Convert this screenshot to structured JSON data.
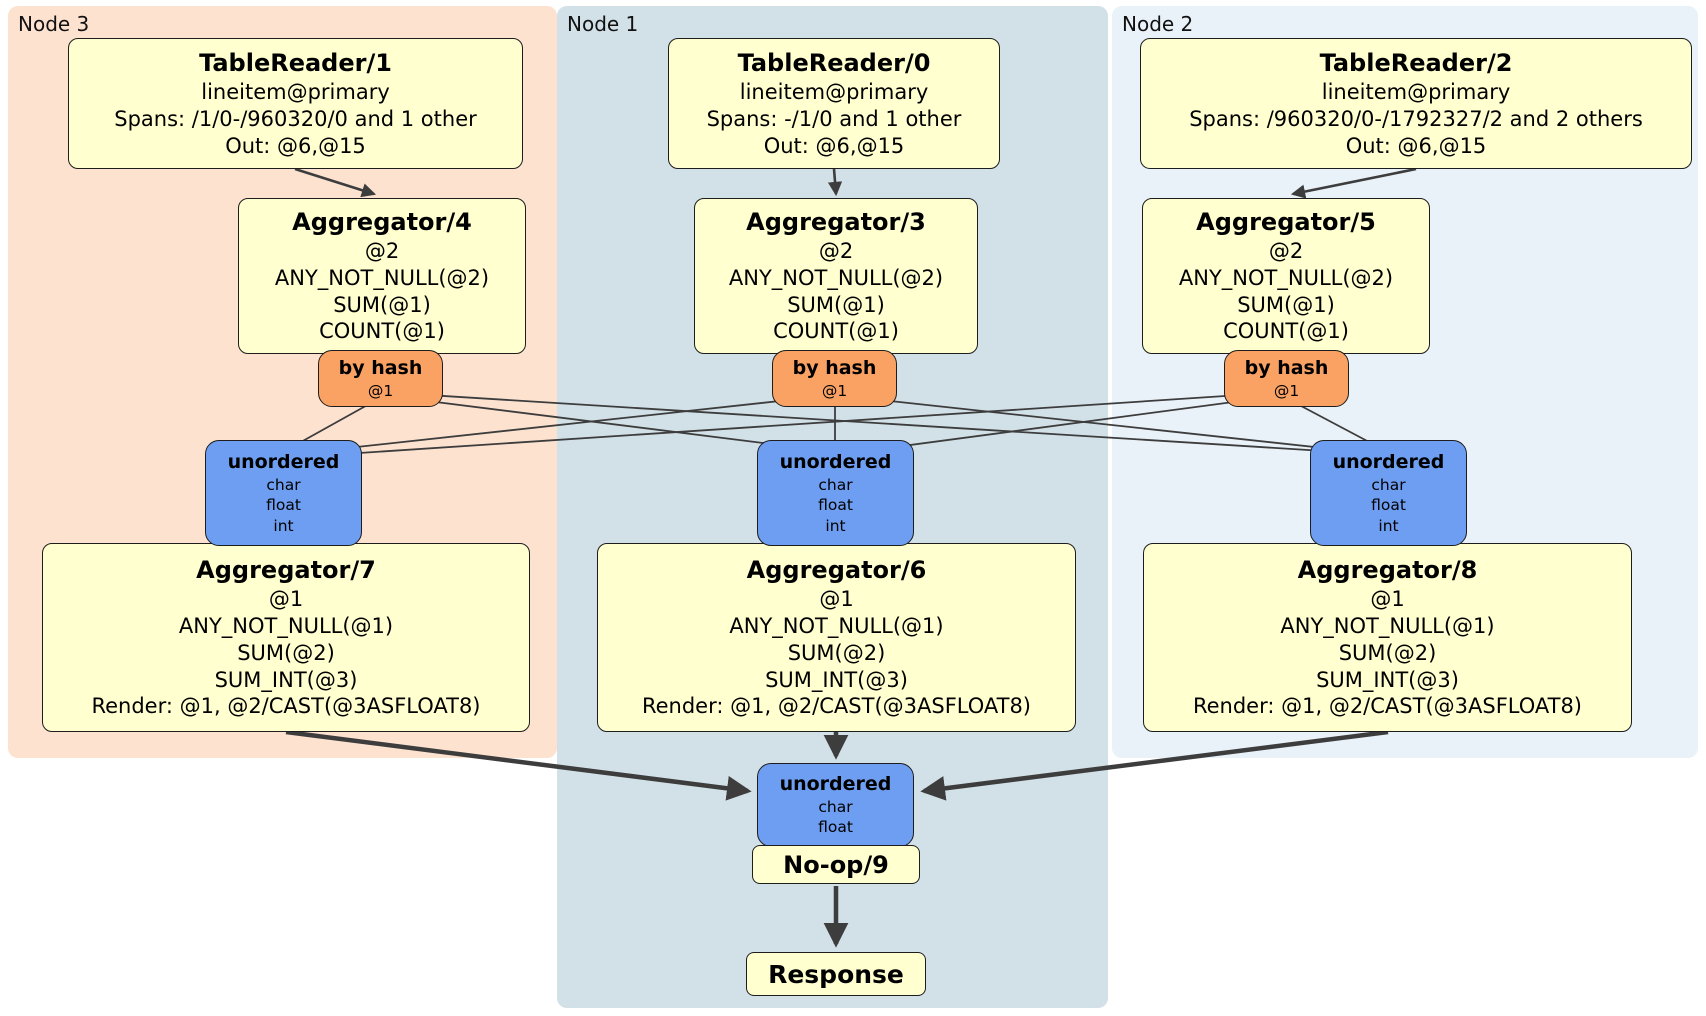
{
  "regions": {
    "node3": {
      "label": "Node 3"
    },
    "node1": {
      "label": "Node 1"
    },
    "node2": {
      "label": "Node 2"
    }
  },
  "boxes": {
    "tr1": {
      "title": "TableReader/1",
      "lines": [
        "lineitem@primary",
        "Spans: /1/0-/960320/0 and 1 other",
        "Out: @6,@15"
      ]
    },
    "tr0": {
      "title": "TableReader/0",
      "lines": [
        "lineitem@primary",
        "Spans: -/1/0 and 1 other",
        "Out: @6,@15"
      ]
    },
    "tr2": {
      "title": "TableReader/2",
      "lines": [
        "lineitem@primary",
        "Spans: /960320/0-/1792327/2 and 2 others",
        "Out: @6,@15"
      ]
    },
    "agg4": {
      "title": "Aggregator/4",
      "lines": [
        "@2",
        "ANY_NOT_NULL(@2)",
        "SUM(@1)",
        "COUNT(@1)"
      ]
    },
    "agg3": {
      "title": "Aggregator/3",
      "lines": [
        "@2",
        "ANY_NOT_NULL(@2)",
        "SUM(@1)",
        "COUNT(@1)"
      ]
    },
    "agg5": {
      "title": "Aggregator/5",
      "lines": [
        "@2",
        "ANY_NOT_NULL(@2)",
        "SUM(@1)",
        "COUNT(@1)"
      ]
    },
    "router3": {
      "title": "by hash",
      "lines": [
        "@1"
      ]
    },
    "router1": {
      "title": "by hash",
      "lines": [
        "@1"
      ]
    },
    "router2": {
      "title": "by hash",
      "lines": [
        "@1"
      ]
    },
    "sync3": {
      "title": "unordered",
      "lines": [
        "char",
        "float",
        "int"
      ]
    },
    "sync1": {
      "title": "unordered",
      "lines": [
        "char",
        "float",
        "int"
      ]
    },
    "sync2": {
      "title": "unordered",
      "lines": [
        "char",
        "float",
        "int"
      ]
    },
    "agg7": {
      "title": "Aggregator/7",
      "lines": [
        "@1",
        "ANY_NOT_NULL(@1)",
        "SUM(@2)",
        "SUM_INT(@3)",
        "Render: @1, @2/CAST(@3ASFLOAT8)"
      ]
    },
    "agg6": {
      "title": "Aggregator/6",
      "lines": [
        "@1",
        "ANY_NOT_NULL(@1)",
        "SUM(@2)",
        "SUM_INT(@3)",
        "Render: @1, @2/CAST(@3ASFLOAT8)"
      ]
    },
    "agg8": {
      "title": "Aggregator/8",
      "lines": [
        "@1",
        "ANY_NOT_NULL(@1)",
        "SUM(@2)",
        "SUM_INT(@3)",
        "Render: @1, @2/CAST(@3ASFLOAT8)"
      ]
    },
    "syncFinal": {
      "title": "unordered",
      "lines": [
        "char",
        "float"
      ]
    },
    "noop": {
      "title": "No-op/9"
    },
    "response": {
      "title": "Response"
    }
  },
  "colors": {
    "processor_fill": "#ffffcf",
    "router_fill": "#f9a263",
    "sync_fill": "#6d9ef1",
    "node3_bg": "#fde2d0",
    "node1_bg": "#d2e0e8",
    "node2_bg": "#e9f1f9",
    "edge": "#3d3d3d",
    "border": "#1d1d1d"
  }
}
